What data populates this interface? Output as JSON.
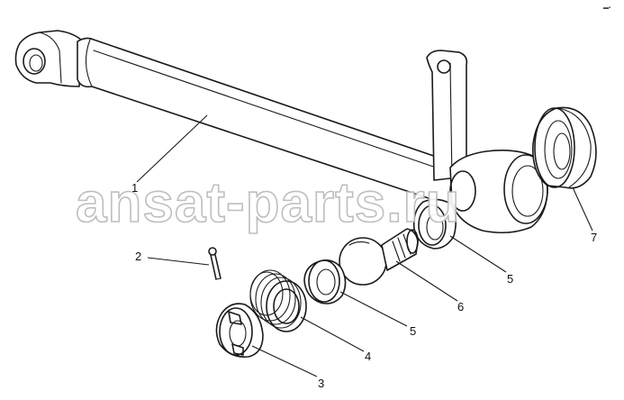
{
  "diagram": {
    "type": "exploded-parts-drawing",
    "watermark": "ansat-parts.ru",
    "callouts": [
      {
        "id": "rod",
        "label": "1"
      },
      {
        "id": "cotter-pin",
        "label": "2"
      },
      {
        "id": "cap",
        "label": "3"
      },
      {
        "id": "spring",
        "label": "4"
      },
      {
        "id": "washer-front",
        "label": "5"
      },
      {
        "id": "washer-rear",
        "label": "5"
      },
      {
        "id": "ball-pin",
        "label": "6"
      },
      {
        "id": "dust-boot",
        "label": "7"
      }
    ],
    "corner_mark": "▬▪"
  }
}
